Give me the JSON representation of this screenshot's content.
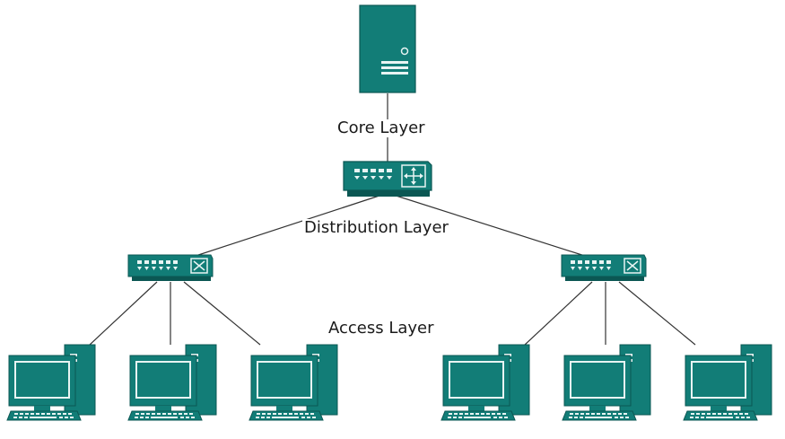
{
  "diagram": {
    "core_label": "Core Layer",
    "distribution_label": "Distribution Layer",
    "access_label": "Access Layer"
  },
  "colors": {
    "device_fill": "#127d77",
    "device_dark": "#0b5753",
    "device_light": "#e8f4f3",
    "link": "#333333"
  },
  "icons": [
    "server-icon",
    "router-icon",
    "switch-icon",
    "workstation-icon"
  ]
}
